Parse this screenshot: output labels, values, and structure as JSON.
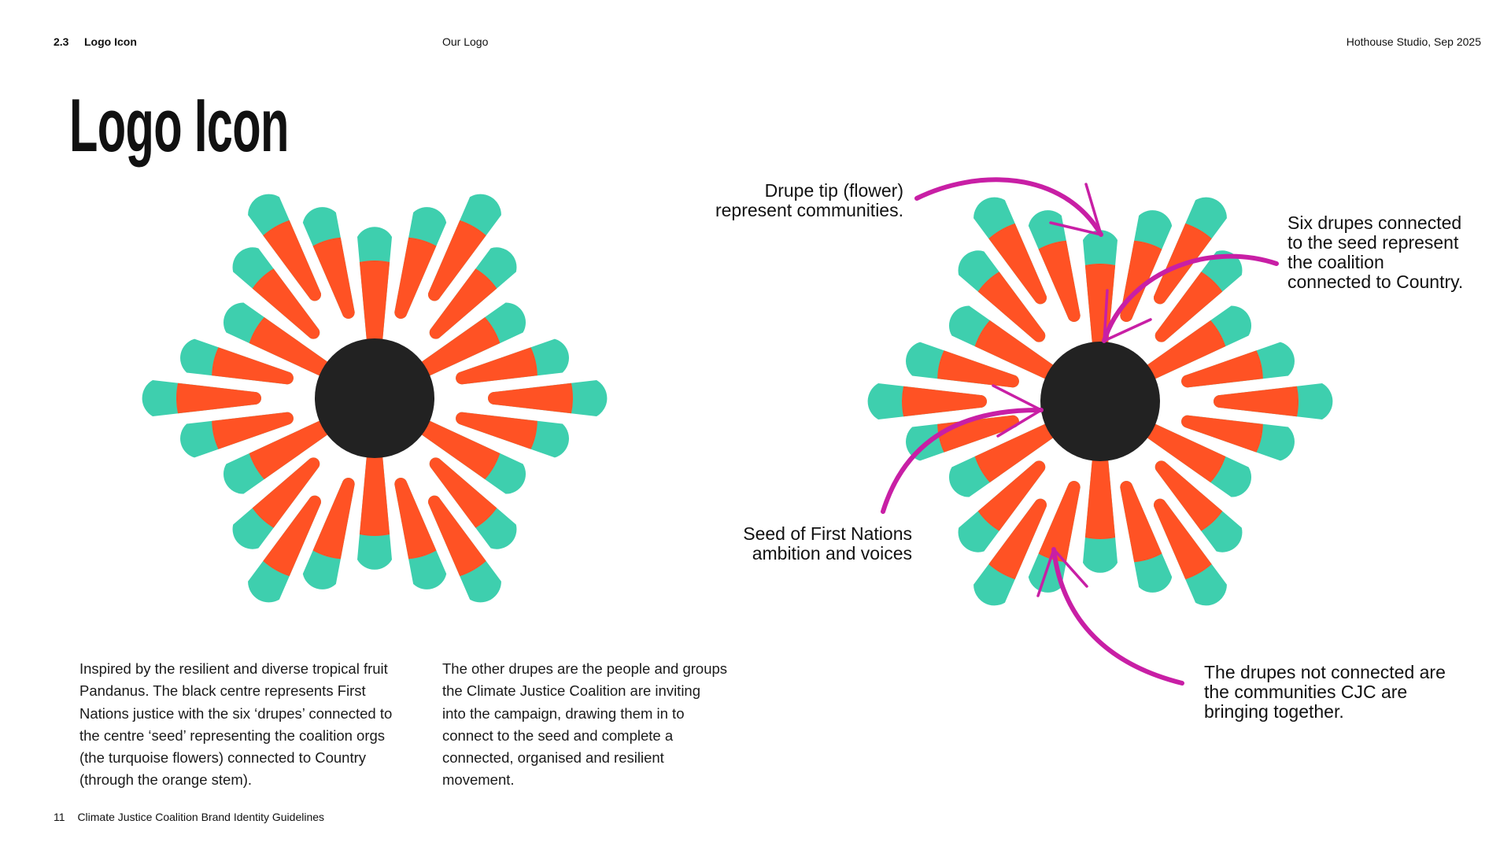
{
  "header": {
    "section_number": "2.3",
    "section_title": "Logo Icon",
    "chapter": "Our Logo",
    "studio_date": "Hothouse Studio, Sep 2025"
  },
  "page_title": "Logo Icon",
  "colors": {
    "stem": "#ff5224",
    "flower": "#3ecfae",
    "seed": "#222222",
    "annotation": "#c81fa5"
  },
  "body": {
    "col1": [
      "Inspired by the resilient and diverse tropical fruit",
      "Pandanus. The black centre represents First",
      "Nations justice with the six ‘drupes’ connected to",
      "the centre ‘seed’ representing the coalition orgs",
      "(the turquoise flowers) connected to Country",
      "(through the orange stem)."
    ],
    "col2": [
      "The other drupes are the people and groups",
      "the Climate Justice Coalition are inviting",
      "into the campaign, drawing them in to",
      "connect to the seed and complete a",
      "connected, organised and resilient",
      "movement."
    ]
  },
  "annotations": {
    "drupe_tip": [
      "Drupe tip (flower)",
      "represent communities."
    ],
    "six_drupes": [
      "Six drupes connected",
      "to the seed represent",
      "the coalition",
      "connected to Country."
    ],
    "seed": [
      "Seed of First Nations",
      "ambition and voices"
    ],
    "not_connected": [
      "The drupes not connected are",
      "the communities CJC are",
      "bringing together."
    ]
  },
  "footer": {
    "page_number": "11",
    "document_title": "Climate Justice Coalition Brand Identity Guidelines"
  }
}
